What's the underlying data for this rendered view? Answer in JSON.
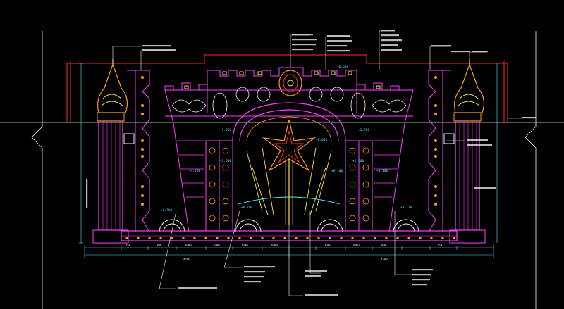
{
  "drawing": {
    "view": "stage backdrop elevation",
    "elevation_marks": [
      "+6.650",
      "+3.700",
      "+4.180",
      "+2.600",
      "+6.040",
      "+6.100",
      "+4.180",
      "+2.600",
      "+3.700",
      "+0.700",
      "+0.700",
      "+0.710"
    ],
    "dimensions_bottom": [
      "250",
      "800",
      "1000",
      "1000",
      "1000",
      "1000",
      "1000",
      "1000",
      "800",
      "250"
    ],
    "dimensions_total": [
      "4200",
      "4200"
    ],
    "colors": {
      "background": "#000000",
      "magenta": "#ff3cff",
      "red": "#ff2a2a",
      "cyan": "#4fe3ff",
      "orange": "#ff9a2a",
      "yellow": "#ffe64a",
      "white": "#f2f2f2",
      "blue": "#3a66ff"
    }
  }
}
